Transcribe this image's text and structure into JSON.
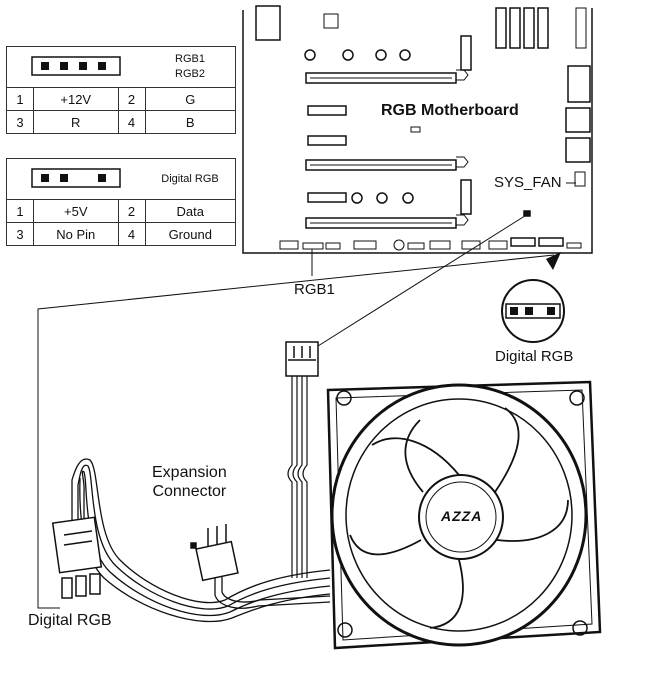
{
  "rgb_table": {
    "header": [
      "RGB1",
      "RGB2"
    ],
    "rows": [
      {
        "pin_a": "1",
        "name_a": "+12V",
        "pin_b": "2",
        "name_b": "G"
      },
      {
        "pin_a": "3",
        "name_a": "R",
        "pin_b": "4",
        "name_b": "B"
      }
    ]
  },
  "digital_table": {
    "header": "Digital RGB",
    "rows": [
      {
        "pin_a": "1",
        "name_a": "+5V",
        "pin_b": "2",
        "name_b": "Data"
      },
      {
        "pin_a": "3",
        "name_a": "No Pin",
        "pin_b": "4",
        "name_b": "Ground"
      }
    ]
  },
  "board_title": "RGB Motherboard",
  "sys_fan_label": "SYS_FAN",
  "rgb1_label": "RGB1",
  "digital_rgb_connector_label": "Digital RGB",
  "expansion_label": [
    "Expansion",
    "Connector"
  ],
  "cable_end_label": "Digital RGB",
  "fan_logo": "AZZA"
}
